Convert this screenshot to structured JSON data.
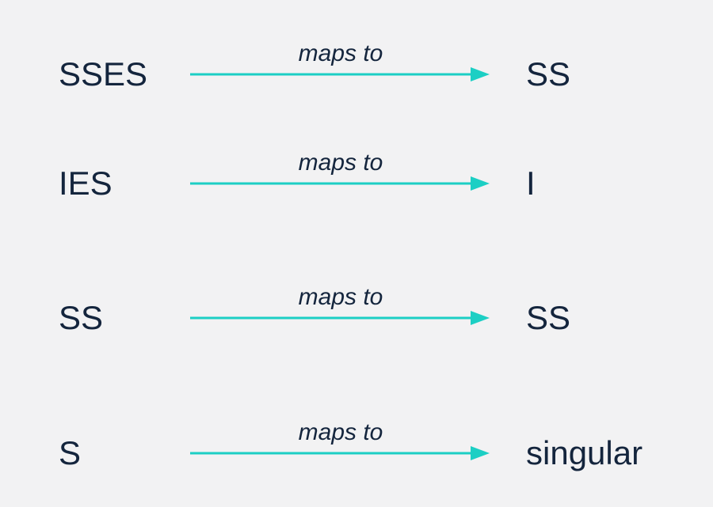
{
  "arrow_color": "#1ccfc4",
  "text_color": "#14253d",
  "background_color": "#f2f2f3",
  "rules": [
    {
      "source": "SSES",
      "relation": "maps to",
      "target": "SS"
    },
    {
      "source": "IES",
      "relation": "maps to",
      "target": "I"
    },
    {
      "source": "SS",
      "relation": "maps to",
      "target": "SS"
    },
    {
      "source": "S",
      "relation": "maps to",
      "target": "singular"
    }
  ]
}
